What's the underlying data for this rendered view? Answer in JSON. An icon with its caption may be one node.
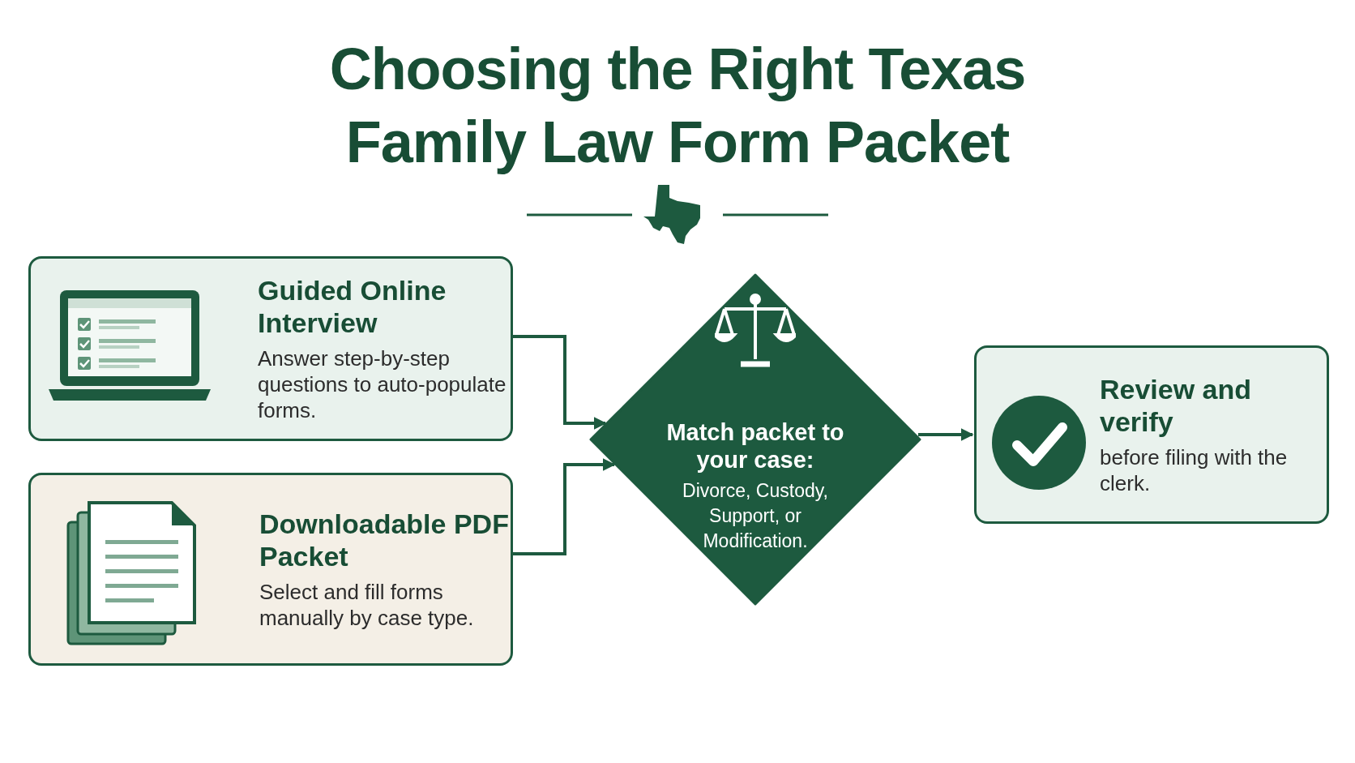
{
  "diagram": {
    "title": "Choosing the Right Texas Family Law Form Packet",
    "nodes": [
      {
        "text": [
          "Guided Online Interview",
          "Answer step-by-step questions to auto-populate forms."
        ]
      },
      {
        "text": [
          "Downloadable PDF Packet",
          "Select and fill forms manually by case type."
        ]
      },
      {
        "text": [
          "Match packet to your case:",
          "Divorce, Custody, Support, or Modification."
        ]
      },
      {
        "text": [
          "Review and verify",
          "before filing with the clerk."
        ]
      }
    ],
    "edges": [
      {
        "from": 0,
        "to": 2,
        "arrow": "to"
      },
      {
        "from": 1,
        "to": 2,
        "arrow": "to"
      },
      {
        "from": 2,
        "to": 3,
        "arrow": "to"
      }
    ]
  }
}
